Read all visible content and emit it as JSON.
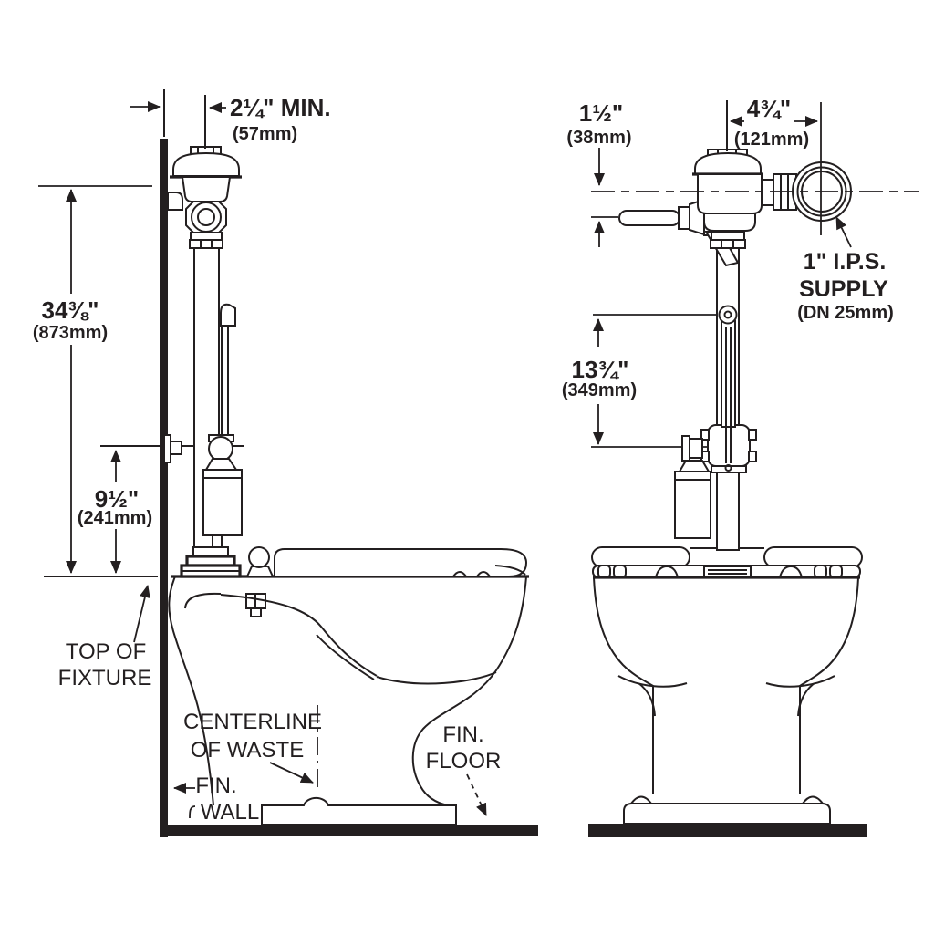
{
  "colors": {
    "line": "#231f20",
    "background": "#ffffff"
  },
  "dimensions": {
    "wall_to_valve_centerline": {
      "imperial": "2¼\" MIN.",
      "metric": "(57mm)"
    },
    "supply_centerline_height": {
      "imperial": "34⅜\"",
      "metric": "(873mm)"
    },
    "stop_to_fixture_top": {
      "imperial": "9½\"",
      "metric": "(241mm)"
    },
    "handle_to_centerline": {
      "imperial": "1½\"",
      "metric": "(38mm)"
    },
    "valve_to_supply_center": {
      "imperial": "4¾\"",
      "metric": "(121mm)"
    },
    "pivot_to_stop": {
      "imperial": "13¾\"",
      "metric": "(349mm)"
    }
  },
  "annotations": {
    "top_of_fixture": {
      "line1": "TOP OF",
      "line2": "FIXTURE"
    },
    "centerline_of_waste": {
      "line1": "CENTERLINE",
      "line2": "OF WASTE"
    },
    "fin_wall": {
      "line1": "FIN.",
      "line2": "WALL"
    },
    "fin_floor": {
      "line1": "FIN.",
      "line2": "FLOOR"
    },
    "supply": {
      "line1": "1\" I.P.S.",
      "line2": "SUPPLY",
      "line3": "(DN 25mm)"
    }
  }
}
